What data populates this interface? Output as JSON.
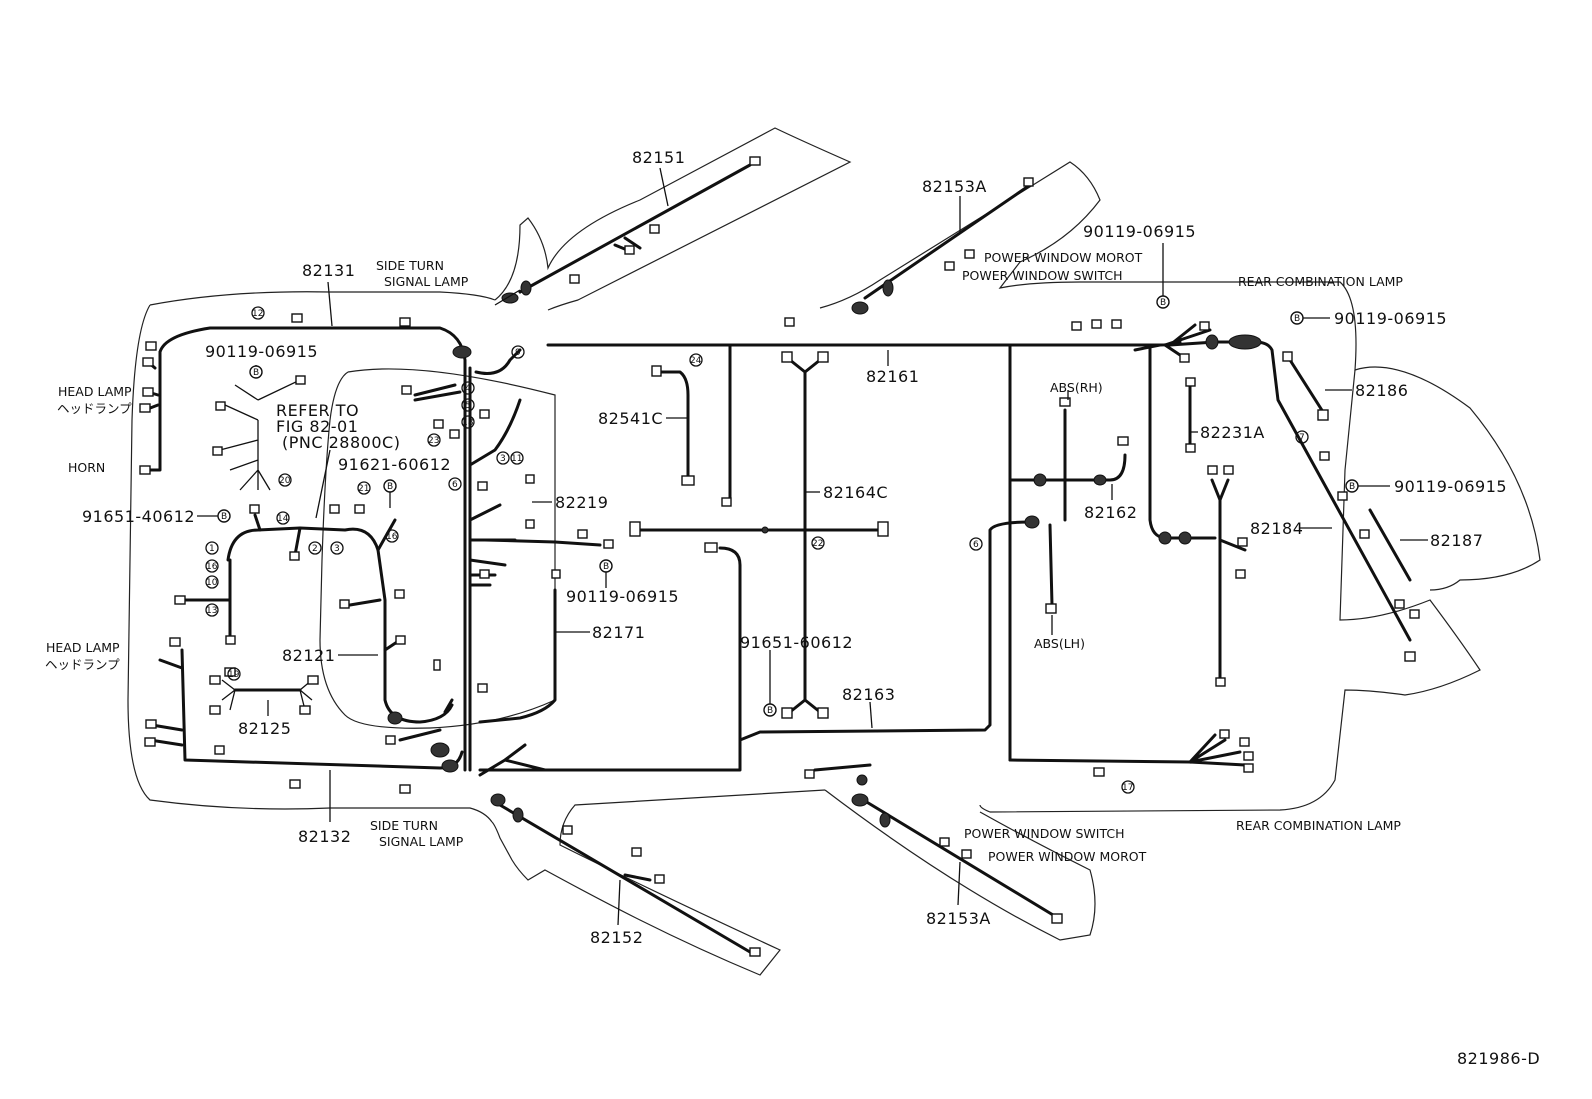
{
  "part_numbers": {
    "p82151": "82151",
    "p82153a_top": "82153A",
    "p82131": "82131",
    "p82161": "82161",
    "p82186": "82186",
    "p82541c": "82541C",
    "p82231a": "82231A",
    "p82164c": "82164C",
    "p82219": "82219",
    "p82162": "82162",
    "p82184": "82184",
    "p82187": "82187",
    "p82171": "82171",
    "p82121": "82121",
    "p82163": "82163",
    "p82125": "82125",
    "p82132": "82132",
    "p82152": "82152",
    "p82153a_bottom": "82153A"
  },
  "bolts": {
    "b_front_top": "90119-06915",
    "b_rear_top": "90119-06915",
    "b_rear_right": "90119-06915",
    "b_rear_mid": "90119-06915",
    "b_center": "90119-06915",
    "b_91621": "91621-60612",
    "b_91651_left": "91651-40612",
    "b_91651_center": "91651-60612"
  },
  "labels": {
    "side_turn_top_1": "SIDE TURN",
    "side_turn_top_2": "SIGNAL LAMP",
    "side_turn_bottom_1": "SIDE TURN",
    "side_turn_bottom_2": "SIGNAL LAMP",
    "pw_motor_top": "POWER WINDOW MOROT",
    "pw_switch_top": "POWER WINDOW SWITCH",
    "pw_switch_bottom": "POWER WINDOW SWITCH",
    "pw_motor_bottom": "POWER WINDOW MOROT",
    "rear_combo_top": "REAR COMBINATION LAMP",
    "rear_combo_bottom": "REAR COMBINATION LAMP",
    "head_lamp_top_en": "HEAD LAMP",
    "head_lamp_top_jp": "ヘッドランプ",
    "head_lamp_bottom_en": "HEAD LAMP",
    "head_lamp_bottom_jp": "ヘッドランプ",
    "horn": "HORN",
    "refer_1": "REFER TO",
    "refer_2": "FIG 82-01",
    "refer_3": "(PNC 28800C)",
    "abs_rh": "ABS(RH)",
    "abs_lh": "ABS(LH)",
    "figure_id": "821986-D"
  },
  "circle_marks": {
    "bolt_symbol": "B",
    "n1": "1",
    "n2": "2",
    "n3": "3",
    "n4": "4",
    "n5": "5",
    "n6": "6",
    "n7": "7",
    "n9": "9",
    "n10": "10",
    "n11": "11",
    "n12": "12",
    "n13": "13",
    "n14": "14",
    "n16": "16",
    "n17": "17",
    "n18": "18",
    "n19": "19",
    "n20": "20",
    "n21": "21",
    "n22": "22",
    "n23": "23",
    "n24": "24"
  }
}
